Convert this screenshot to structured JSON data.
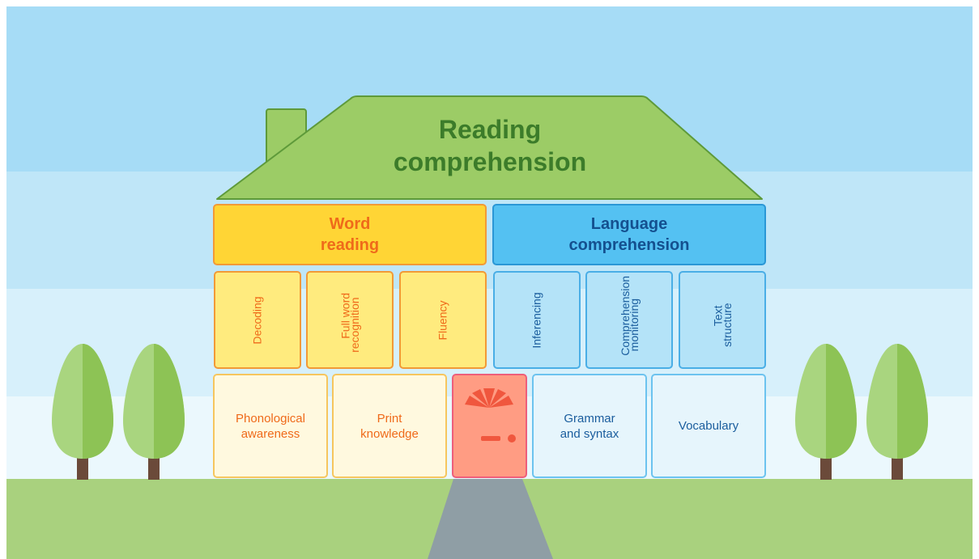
{
  "roof": {
    "title_line1": "Reading",
    "title_line2": "comprehension"
  },
  "word_reading": {
    "header_line1": "Word",
    "header_line2": "reading",
    "skills": [
      {
        "line1": "Decoding",
        "line2": ""
      },
      {
        "line1": "Full word",
        "line2": "recognition"
      },
      {
        "line1": "Fluency",
        "line2": ""
      }
    ],
    "foundations": [
      {
        "line1": "Phonological",
        "line2": "awareness"
      },
      {
        "line1": "Print",
        "line2": "knowledge"
      }
    ]
  },
  "language_comprehension": {
    "header_line1": "Language",
    "header_line2": "comprehension",
    "skills": [
      {
        "line1": "Inferencing",
        "line2": ""
      },
      {
        "line1": "Comprehension",
        "line2": "monitoring"
      },
      {
        "line1": "Text",
        "line2": "structure"
      }
    ],
    "foundations": [
      {
        "line1": "Grammar",
        "line2": "and syntax"
      },
      {
        "line1": "Vocabulary",
        "line2": ""
      }
    ]
  },
  "colors": {
    "roof": "#9ccc66",
    "word_reading_header": "#ffd535",
    "language_header": "#54c1f2",
    "door": "#ff9c83"
  }
}
